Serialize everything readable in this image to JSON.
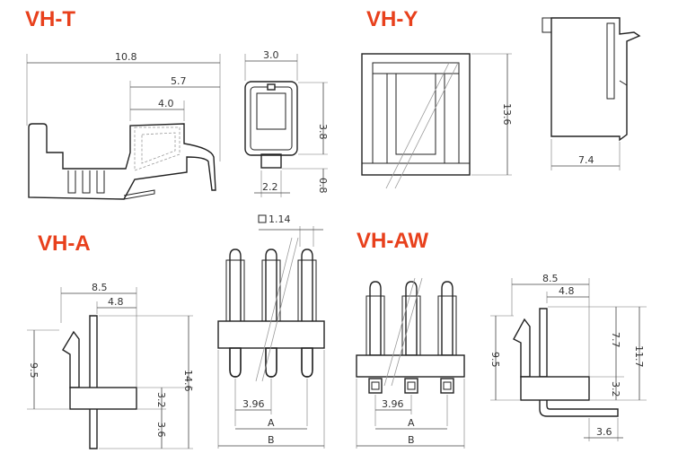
{
  "titles": {
    "vh_t": "VH-T",
    "vh_y": "VH-Y",
    "vh_a": "VH-A",
    "vh_aw": "VH-AW"
  },
  "colors": {
    "title": "#e8401c",
    "line": "#222222"
  },
  "dims": {
    "vh_t": {
      "length": "10.8",
      "mid": "5.7",
      "short": "4.0"
    },
    "vh_t_end": {
      "width": "3.0",
      "height": "3.8",
      "pin_w": "2.2",
      "pin_h": "0.8"
    },
    "vh_y": {
      "height": "13.6",
      "side_w": "7.4"
    },
    "vh_a": {
      "w1": "8.5",
      "w2": "4.8",
      "h1": "9.5",
      "h2": "3.2",
      "h3": "3.6",
      "total": "14.6",
      "pin": "1.14",
      "pitch": "3.96",
      "a": "A",
      "b": "B"
    },
    "vh_aw": {
      "w1": "8.5",
      "w2": "4.8",
      "h1": "9.5",
      "h2": "7.7",
      "h3": "11.7",
      "h4": "3.2",
      "h5": "3.6",
      "pitch": "3.96",
      "a": "A",
      "b": "B"
    }
  }
}
